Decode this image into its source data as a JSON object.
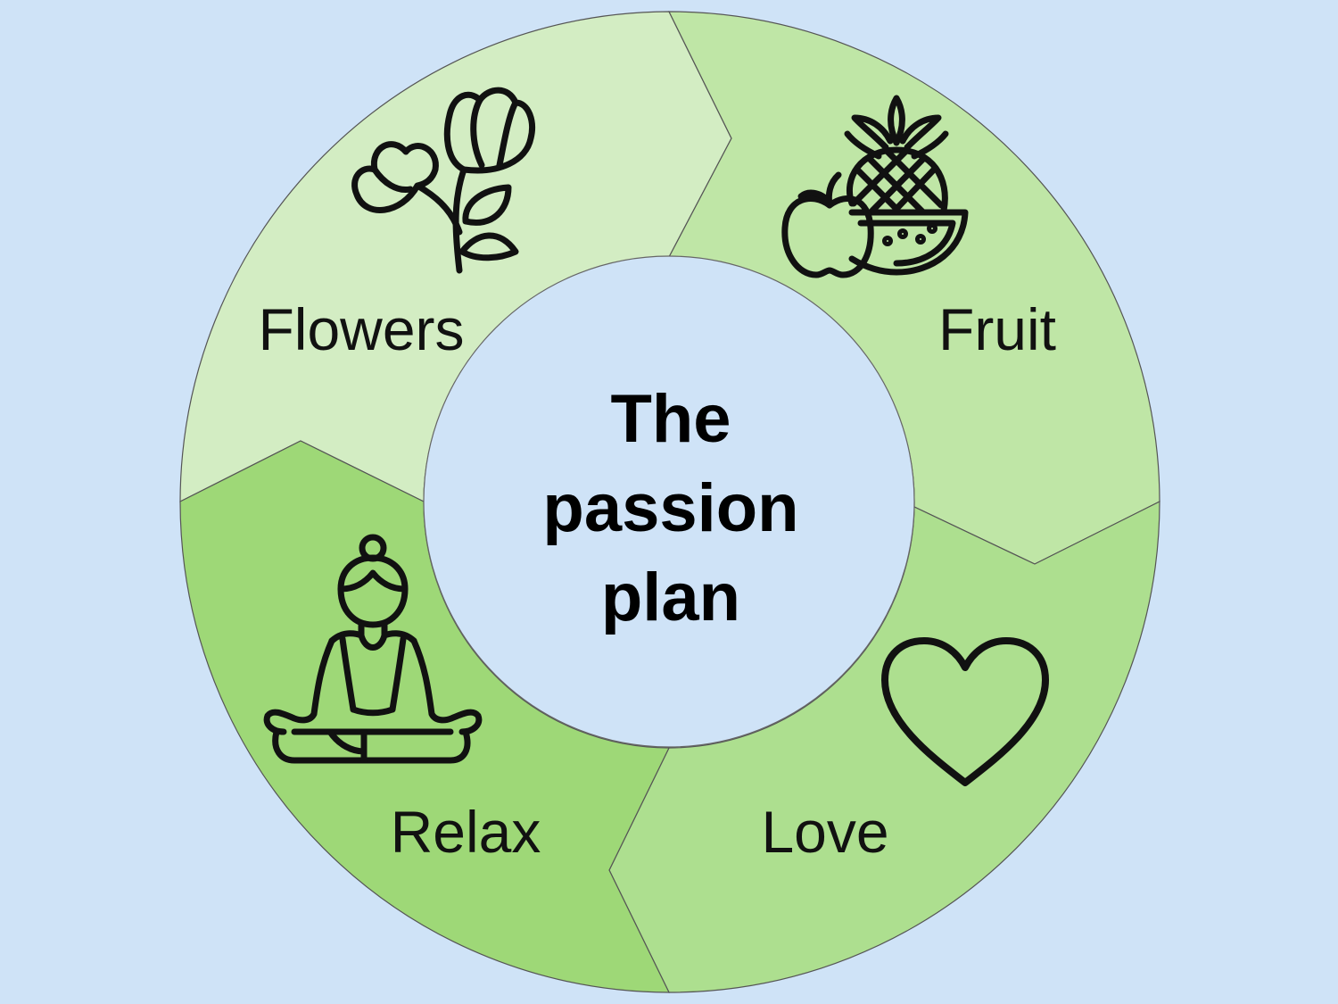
{
  "background_color": "#cfe3f7",
  "center": {
    "lines": [
      "The",
      "passion",
      "plan"
    ],
    "fill_color": "#cfe3f7"
  },
  "segments": [
    {
      "label": "Flowers",
      "icon": "flower-icon",
      "color": "#d3edc3"
    },
    {
      "label": "Fruit",
      "icon": "fruit-basket-icon",
      "color": "#bfe6a6"
    },
    {
      "label": "Love",
      "icon": "heart-icon",
      "color": "#addf8f"
    },
    {
      "label": "Relax",
      "icon": "meditation-icon",
      "color": "#9ed877"
    }
  ]
}
